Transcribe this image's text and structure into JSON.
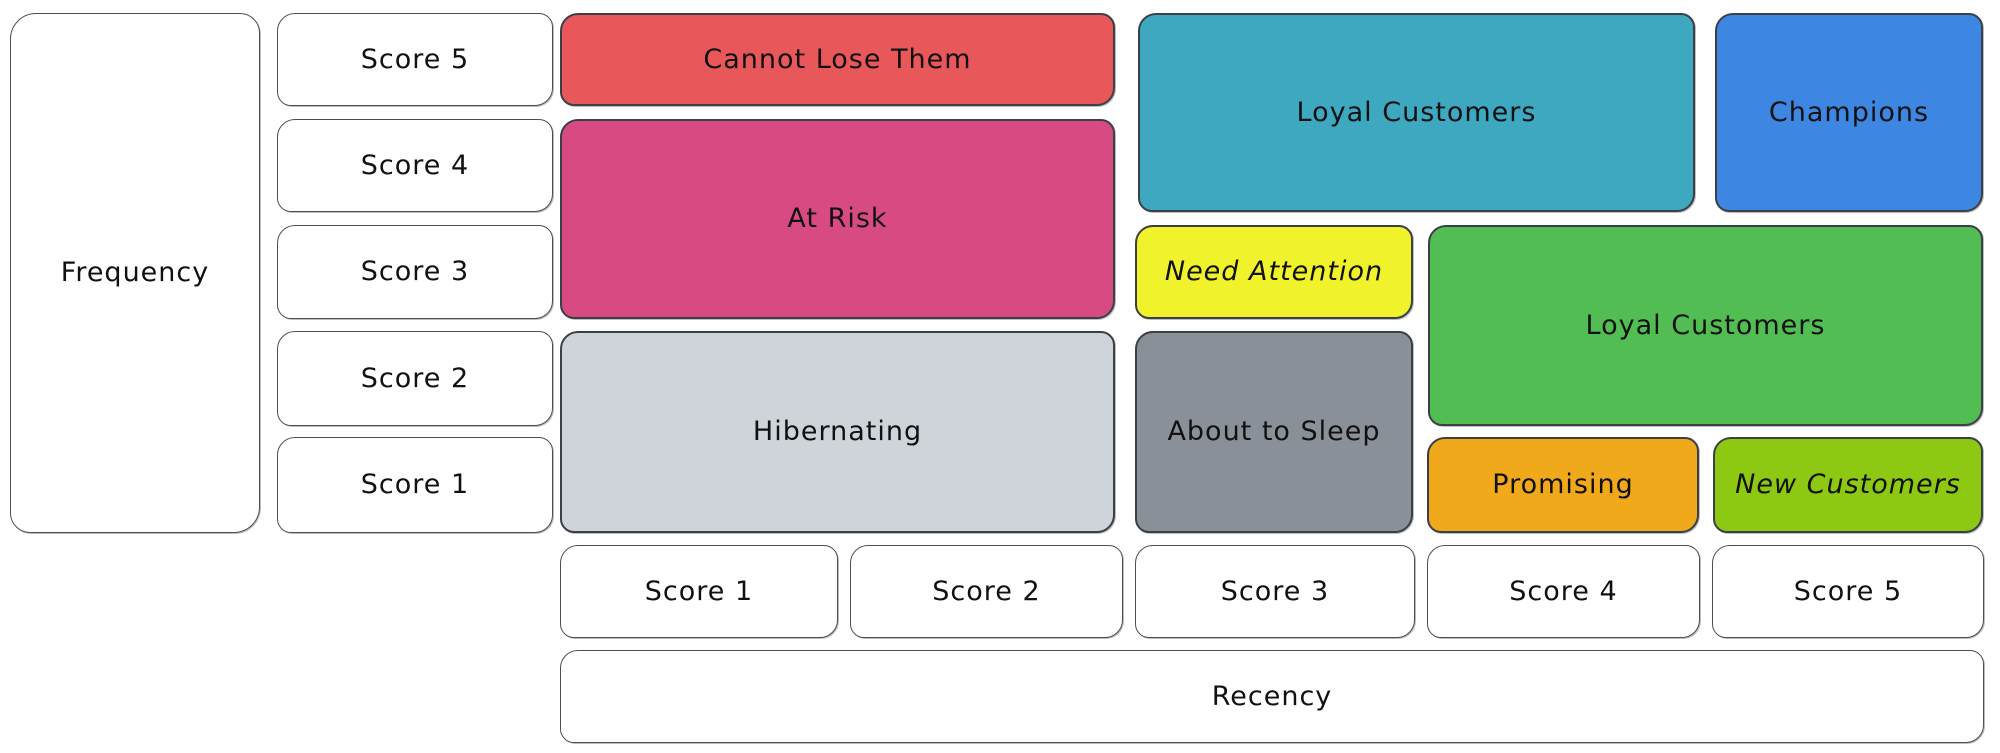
{
  "diagram": {
    "type": "rfm-segmentation-matrix",
    "background": "#ffffff",
    "stroke_color": "#40464d",
    "text_color": "#111111"
  },
  "y_axis": {
    "label": "Frequency",
    "scores": [
      "Score 5",
      "Score 4",
      "Score 3",
      "Score 2",
      "Score 1"
    ]
  },
  "x_axis": {
    "label": "Recency",
    "scores": [
      "Score 1",
      "Score 2",
      "Score 3",
      "Score 4",
      "Score 5"
    ]
  },
  "segments": [
    {
      "label": "Cannot Lose Them",
      "color": "#e8575a",
      "frequency_rows": "5",
      "recency_cols": "1-2"
    },
    {
      "label": "At Risk",
      "color": "#d84a82",
      "frequency_rows": "3-4",
      "recency_cols": "1-2"
    },
    {
      "label": "Hibernating",
      "color": "#cfd3da",
      "frequency_rows": "1-2",
      "recency_cols": "1-2"
    },
    {
      "label": "Loyal Customers",
      "color": "#3da8c0",
      "frequency_rows": "4-5",
      "recency_cols": "3-4"
    },
    {
      "label": "Champions",
      "color": "#3d87e3",
      "frequency_rows": "4-5",
      "recency_cols": "5"
    },
    {
      "label": "Need Attention",
      "color": "#f0f32b",
      "frequency_rows": "3",
      "recency_cols": "3"
    },
    {
      "label": "About to Sleep",
      "color": "#8a9098",
      "frequency_rows": "1-2",
      "recency_cols": "3"
    },
    {
      "label": "Loyal Customers",
      "color": "#52bd53",
      "frequency_rows": "2-3",
      "recency_cols": "4-5"
    },
    {
      "label": "Promising",
      "color": "#efa91b",
      "frequency_rows": "1",
      "recency_cols": "4"
    },
    {
      "label": "New Customers",
      "color": "#8dc813",
      "frequency_rows": "1",
      "recency_cols": "5"
    }
  ]
}
